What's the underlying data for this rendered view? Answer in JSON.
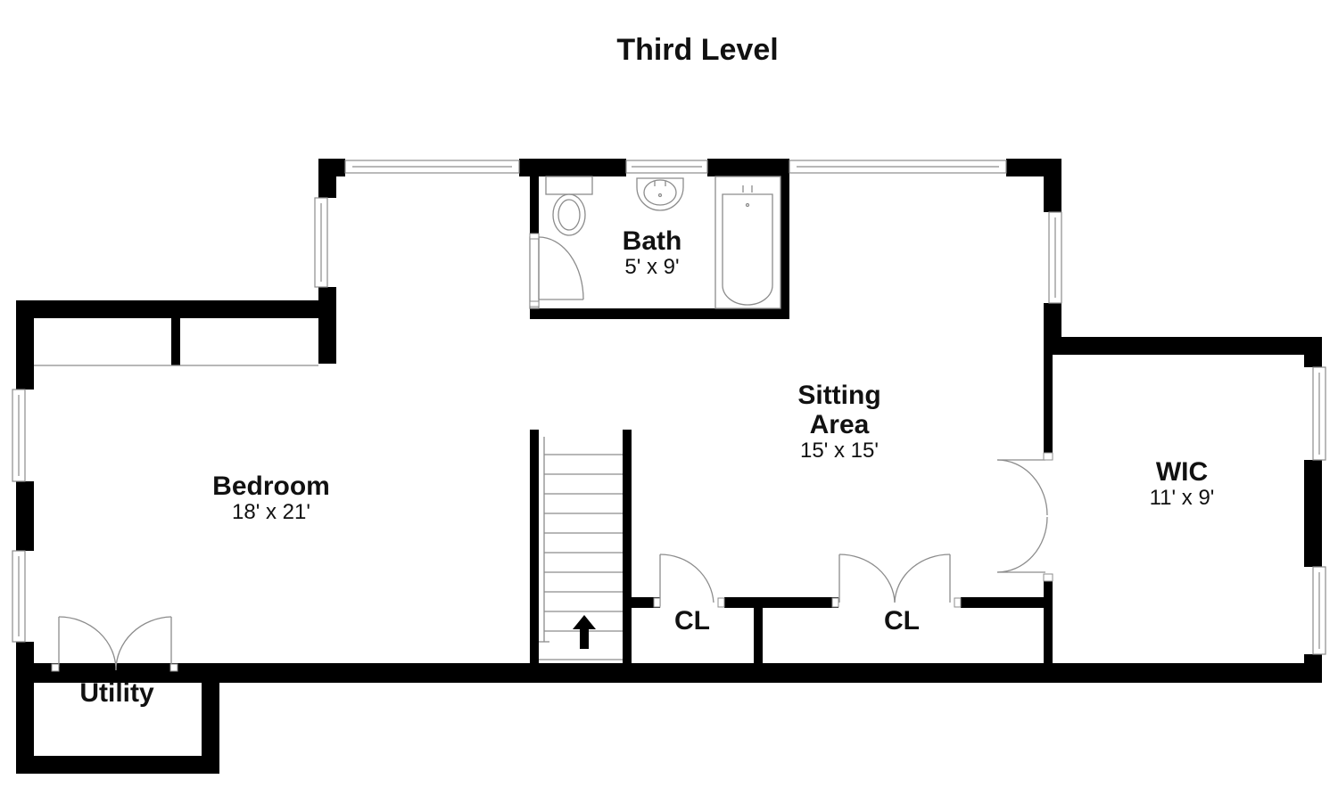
{
  "title": "Third Level",
  "rooms": {
    "bath": {
      "name": "Bath",
      "size": "5' x 9'"
    },
    "sitting": {
      "name_line1": "Sitting",
      "name_line2": "Area",
      "size": "15' x 15'"
    },
    "bedroom": {
      "name": "Bedroom",
      "size": "18' x 21'"
    },
    "wic": {
      "name": "WIC",
      "size": "11' x 9'"
    },
    "closet_left": {
      "name": "CL"
    },
    "closet_right": {
      "name": "CL"
    },
    "utility": {
      "name": "Utility"
    }
  },
  "colors": {
    "wall": "#000000",
    "fixture_line": "#8c8c8c",
    "background": "#ffffff"
  }
}
